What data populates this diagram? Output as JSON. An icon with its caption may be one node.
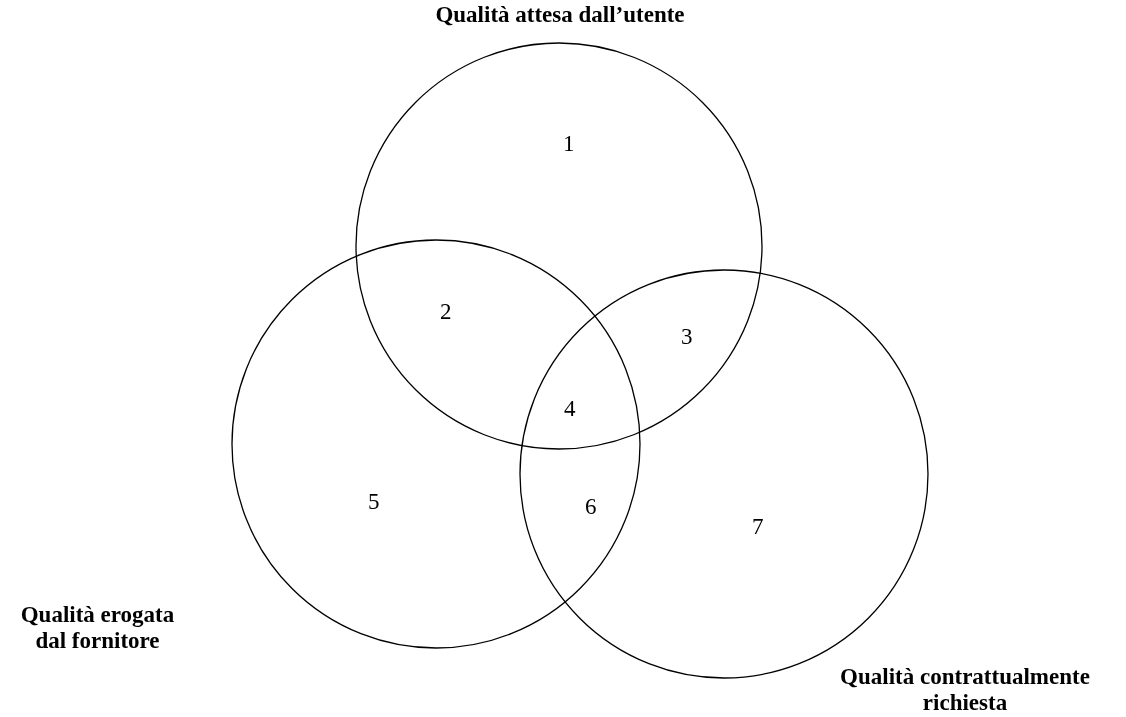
{
  "diagram": {
    "nodes": [
      {
        "text": [
          "Qualità attesa dall’utente"
        ]
      },
      {
        "text": [
          "Qualità erogata dal fornitore"
        ]
      },
      {
        "text": [
          "Qualità contrattualmente richiesta"
        ]
      }
    ],
    "labels": [
      "1",
      "2",
      "3",
      "4",
      "5",
      "6",
      "7"
    ]
  }
}
